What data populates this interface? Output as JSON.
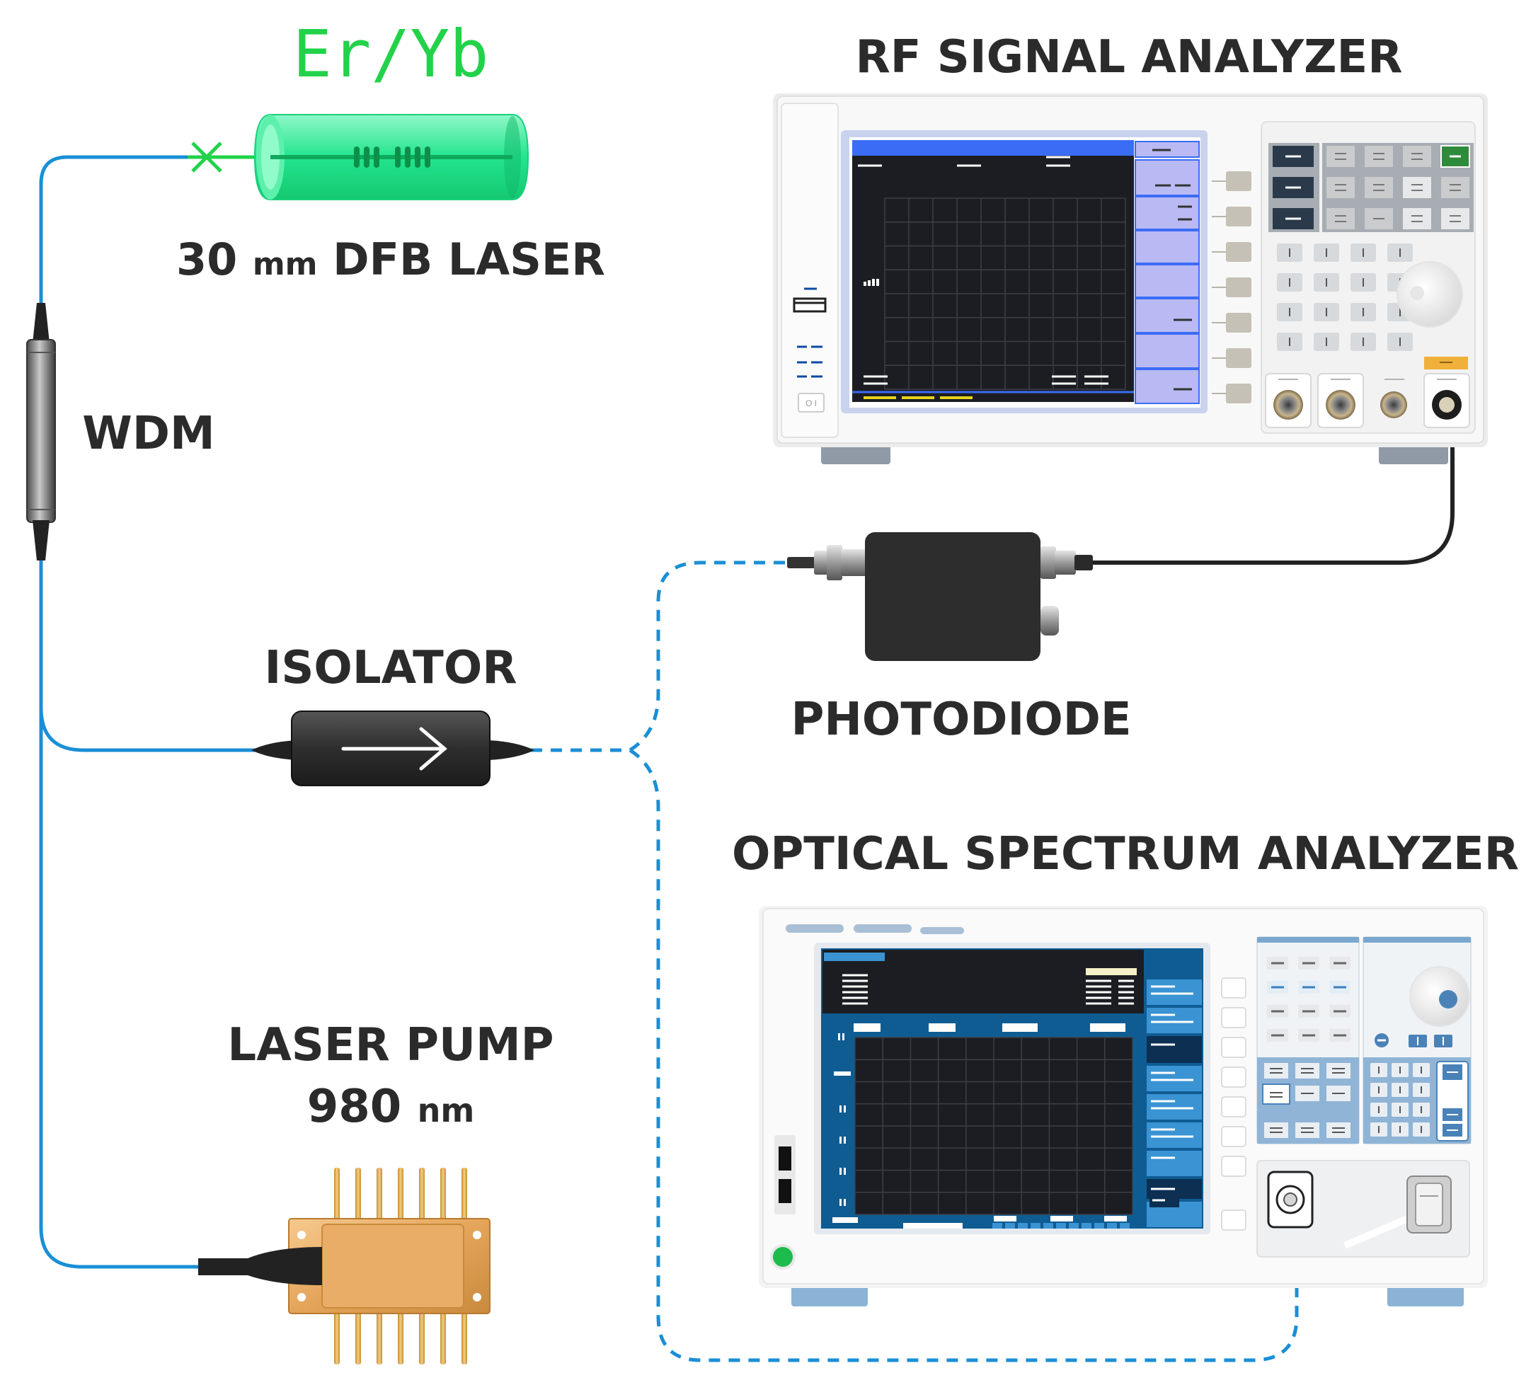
{
  "labels": {
    "er_yb": "Er/Yb",
    "dfb_num": "30",
    "dfb_unit": "mm",
    "dfb_rest": "DFB LASER",
    "rf_analyzer": "RF SIGNAL ANALYZER",
    "wdm": "WDM",
    "isolator": "ISOLATOR",
    "photodiode": "PHOTODIODE",
    "osa": "OPTICAL SPECTRUM ANALYZER",
    "pump_title": "LASER PUMP",
    "pump_num": "980",
    "pump_unit": "nm"
  },
  "rf_power_button": "O I",
  "colors": {
    "fiber": "#1a8fd6",
    "fiber_dashed": "#1a8fd6",
    "rf_cable": "#222222",
    "laser_green": "#22d24a",
    "label_text": "#2b2b2b",
    "rf_screen_header": "#3b6cf6",
    "rf_softkeys": "#b9b9f3",
    "osa_screen_frame": "#0f5c93",
    "osa_softkeys": "#3a93d3",
    "pump_gold": "#e0a85c",
    "photodiode_body": "#2d2d2d"
  },
  "icons": {
    "isolator_arrow": "arrow-right-icon",
    "splice": "cross-splice-icon"
  }
}
